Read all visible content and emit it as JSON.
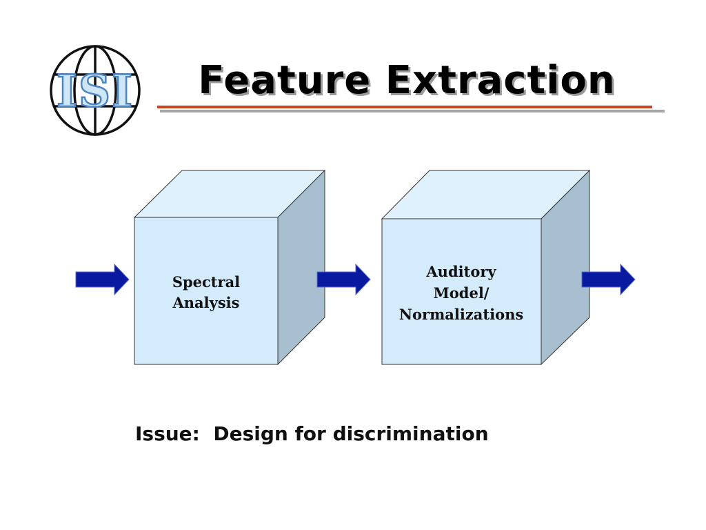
{
  "slide": {
    "title": "Feature Extraction",
    "logo": {
      "icon": "isi-globe-logo-icon",
      "letters": "ISI"
    },
    "diagram": {
      "blocks": [
        {
          "lines": [
            "Spectral",
            "Analysis"
          ]
        },
        {
          "lines": [
            "Auditory",
            "Model/",
            "Normalizations"
          ]
        }
      ],
      "arrow_icon": "right-arrow-icon"
    },
    "issue": {
      "label": "Issue:",
      "text": "Design for discrimination"
    },
    "colors": {
      "title_rule": "#c8461e",
      "block_front": "#d3ebfb",
      "block_top": "#dff1fc",
      "block_side": "#a8bfcf",
      "arrow": "#0a1aa0"
    }
  }
}
